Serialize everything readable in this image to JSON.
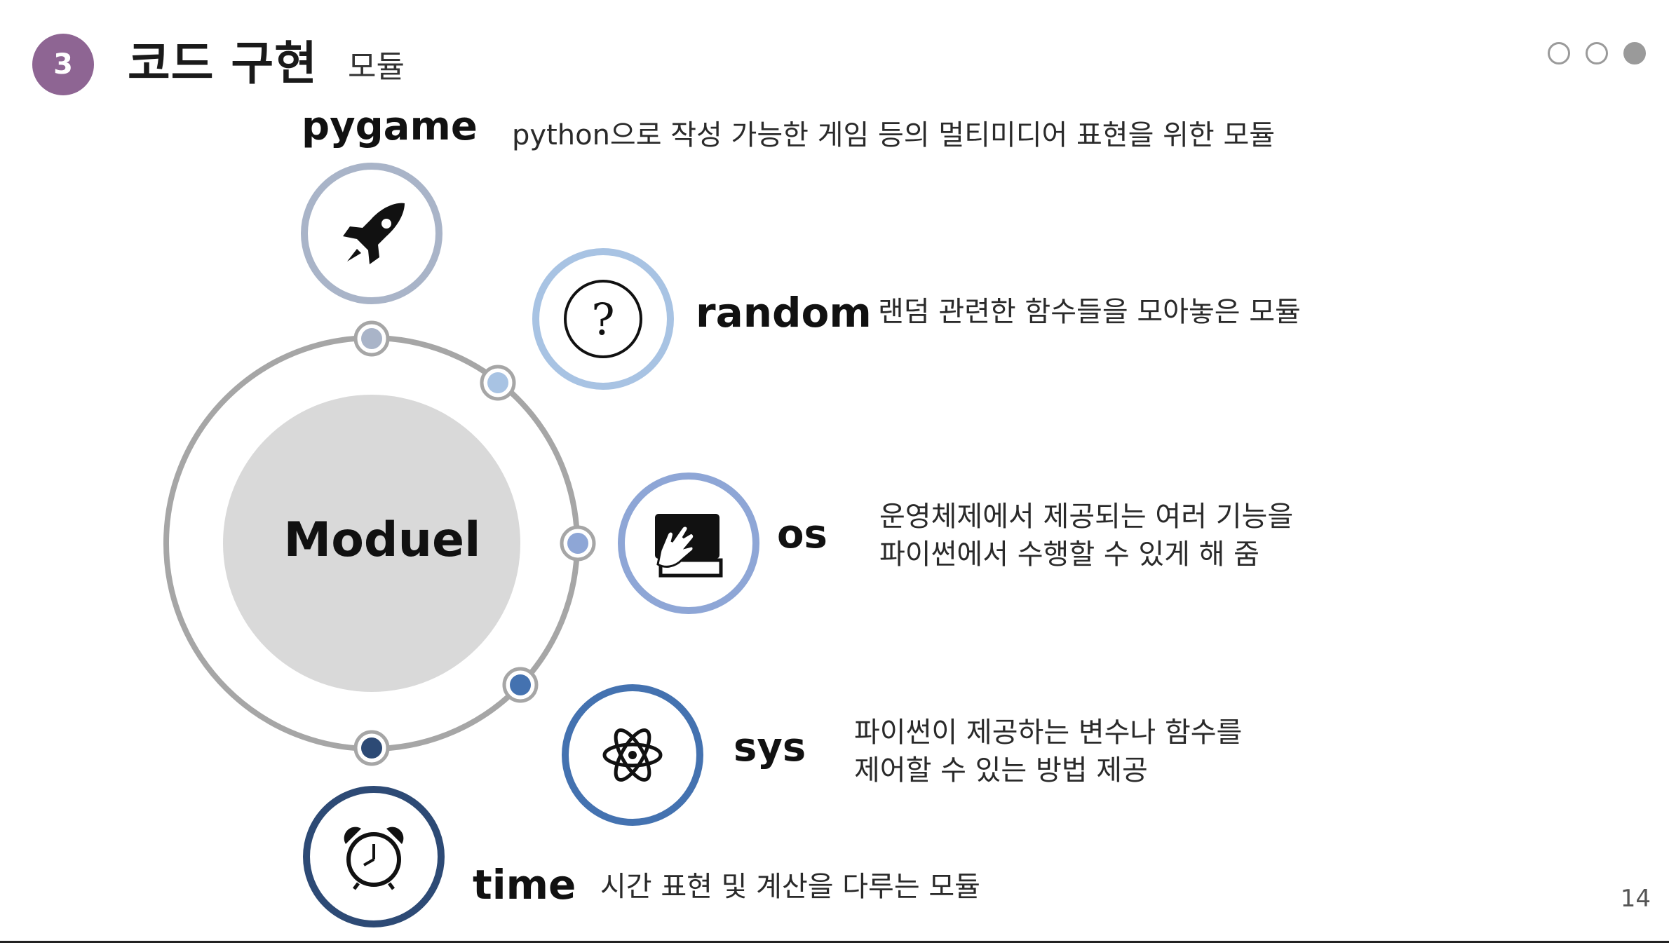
{
  "header": {
    "section_number": "3",
    "title": "코드 구현",
    "subtitle": "모듈",
    "page_dots": [
      false,
      false,
      true
    ]
  },
  "center": {
    "label": "Moduel"
  },
  "modules": [
    {
      "name": "pygame",
      "icon": "rocket-icon",
      "color": "#a9b4c8",
      "description": "python으로 작성 가능한 게임 등의 멀티미디어 표현을 위한 모듈"
    },
    {
      "name": "random",
      "icon": "question-icon",
      "color": "#a8c3e3",
      "description": "랜덤 관련한 함수들을 모아놓은 모듈"
    },
    {
      "name": "os",
      "icon": "touch-screen-icon",
      "color": "#8ea6d6",
      "description": "운영체제에서 제공되는 여러 기능을\n파이썬에서 수행할 수 있게 해 줌"
    },
    {
      "name": "sys",
      "icon": "atom-icon",
      "color": "#4472b0",
      "description": "파이썬이 제공하는 변수나 함수를\n제어할 수 있는 방법 제공"
    },
    {
      "name": "time",
      "icon": "alarm-clock-icon",
      "color": "#2d4a75",
      "description": "시간 표현 및 계산을 다루는 모듈"
    }
  ],
  "page_number": "14"
}
